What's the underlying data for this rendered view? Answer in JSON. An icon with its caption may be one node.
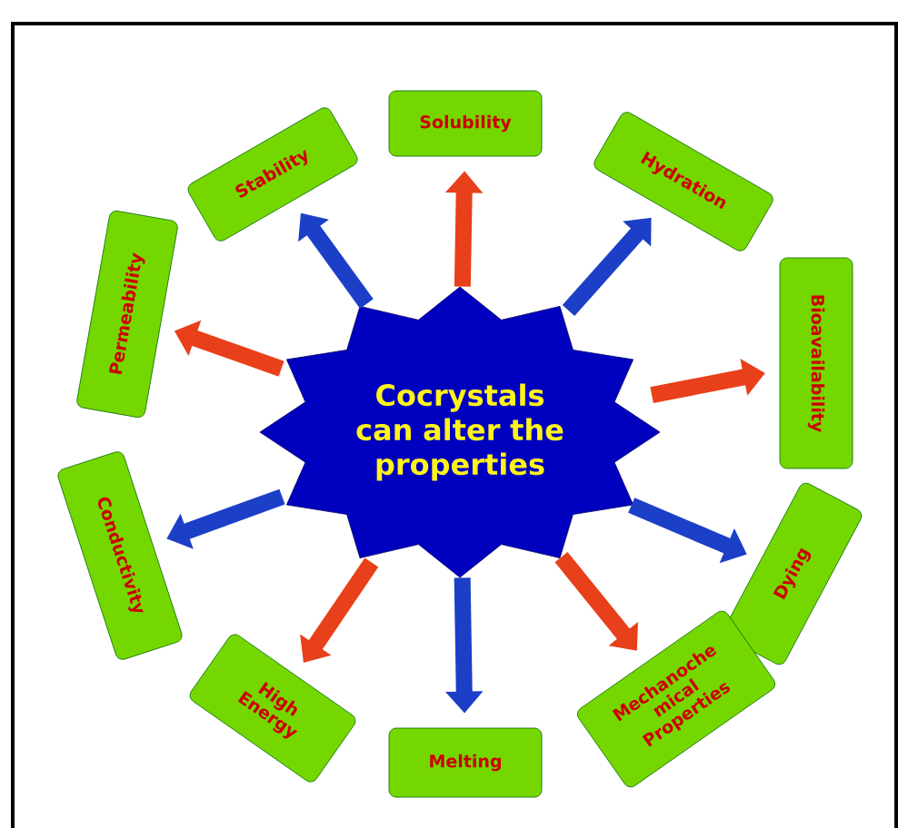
{
  "diagram": {
    "nodes": [
      {
        "text": [
          "Cocrystals can alter the properties"
        ]
      },
      {
        "text": [
          "Solubility"
        ]
      },
      {
        "text": [
          "Hydration"
        ]
      },
      {
        "text": [
          "Bioavailability"
        ]
      },
      {
        "text": [
          "Dying"
        ]
      },
      {
        "text": [
          "Mechanoche mical Properties"
        ]
      },
      {
        "text": [
          "Melting"
        ]
      },
      {
        "text": [
          "High Energy"
        ]
      },
      {
        "text": [
          "Conductivity"
        ]
      },
      {
        "text": [
          "Permeability"
        ]
      },
      {
        "text": [
          "Stability"
        ]
      }
    ],
    "edges": [
      {
        "from": 0,
        "to": 1,
        "arrow": "to",
        "color": "#e8401a"
      },
      {
        "from": 0,
        "to": 2,
        "arrow": "to",
        "color": "#1c3fc8"
      },
      {
        "from": 0,
        "to": 3,
        "arrow": "to",
        "color": "#e8401a"
      },
      {
        "from": 0,
        "to": 4,
        "arrow": "to",
        "color": "#1c3fc8"
      },
      {
        "from": 0,
        "to": 5,
        "arrow": "to",
        "color": "#e8401a"
      },
      {
        "from": 0,
        "to": 6,
        "arrow": "to",
        "color": "#1c3fc8"
      },
      {
        "from": 0,
        "to": 7,
        "arrow": "to",
        "color": "#e8401a"
      },
      {
        "from": 0,
        "to": 8,
        "arrow": "to",
        "color": "#1c3fc8"
      },
      {
        "from": 0,
        "to": 9,
        "arrow": "to",
        "color": "#e8401a"
      },
      {
        "from": 0,
        "to": 10,
        "arrow": "to",
        "color": "#1c3fc8"
      }
    ]
  }
}
